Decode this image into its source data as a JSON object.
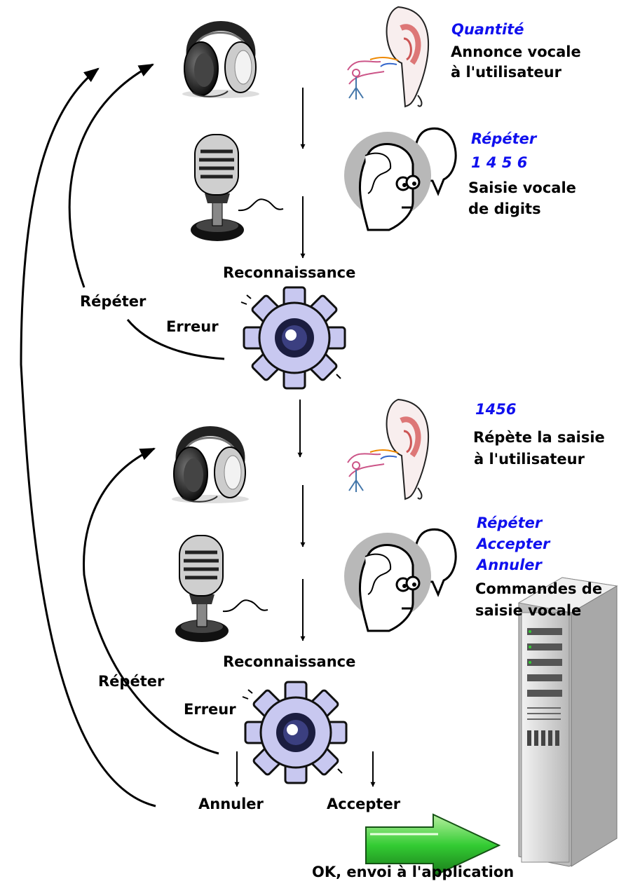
{
  "step1": {
    "keyword": "Quantité",
    "line1": "Annonce vocale",
    "line2": "à l'utilisateur"
  },
  "step2": {
    "keyword": "Répéter",
    "digits": "1 4 5 6",
    "line1": "Saisie vocale",
    "line2": "de digits"
  },
  "recognition1": {
    "label": "Reconnaissance",
    "error": "Erreur",
    "repeat": "Répéter"
  },
  "step3": {
    "keyword": "1456",
    "line1": "Répète la saisie",
    "line2": "à l'utilisateur"
  },
  "step4": {
    "cmd1": "Répéter",
    "cmd2": "Accepter",
    "cmd3": "Annuler",
    "line1": "Commandes de",
    "line2": "saisie vocale"
  },
  "recognition2": {
    "label": "Reconnaissance",
    "error": "Erreur",
    "repeat": "Répéter"
  },
  "outcomes": {
    "cancel": "Annuler",
    "accept": "Accepter",
    "ok": "OK, envoi à l'application"
  },
  "icons": [
    "headphones-icon",
    "ear-icon",
    "microphone-icon",
    "speaking-person-icon",
    "gear-icon",
    "green-arrow-icon",
    "server-icon"
  ],
  "colors": {
    "keyword": "#1010ee",
    "gear": "#c8c8f0",
    "arrow": "#33cc33"
  }
}
